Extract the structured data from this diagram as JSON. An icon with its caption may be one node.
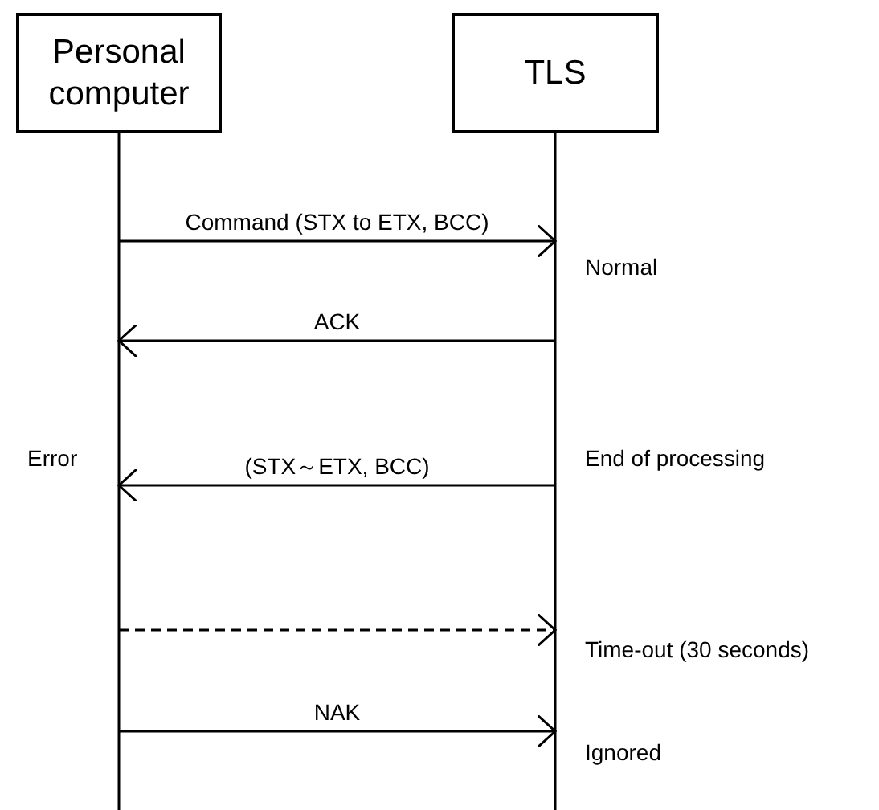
{
  "diagram": {
    "nodes": [
      {
        "text": [
          "Personal computer"
        ]
      },
      {
        "text": [
          "TLS"
        ]
      }
    ],
    "edges": [
      {
        "from": 0,
        "to": 1,
        "arrow": "to",
        "label": "Command (STX to ETX, BCC)"
      },
      {
        "from": 1,
        "to": 0,
        "arrow": "to",
        "label": "ACK"
      },
      {
        "from": 1,
        "to": 0,
        "arrow": "to",
        "label": "(STX～ETX, BCC)"
      },
      {
        "from": 0,
        "to": 1,
        "arrow": "to",
        "style": "dashed"
      },
      {
        "from": 0,
        "to": 1,
        "arrow": "to",
        "label": "NAK"
      }
    ],
    "labels": [
      "Normal",
      "Error",
      "End of processing",
      "Time-out (30 seconds)",
      "Ignored"
    ]
  }
}
